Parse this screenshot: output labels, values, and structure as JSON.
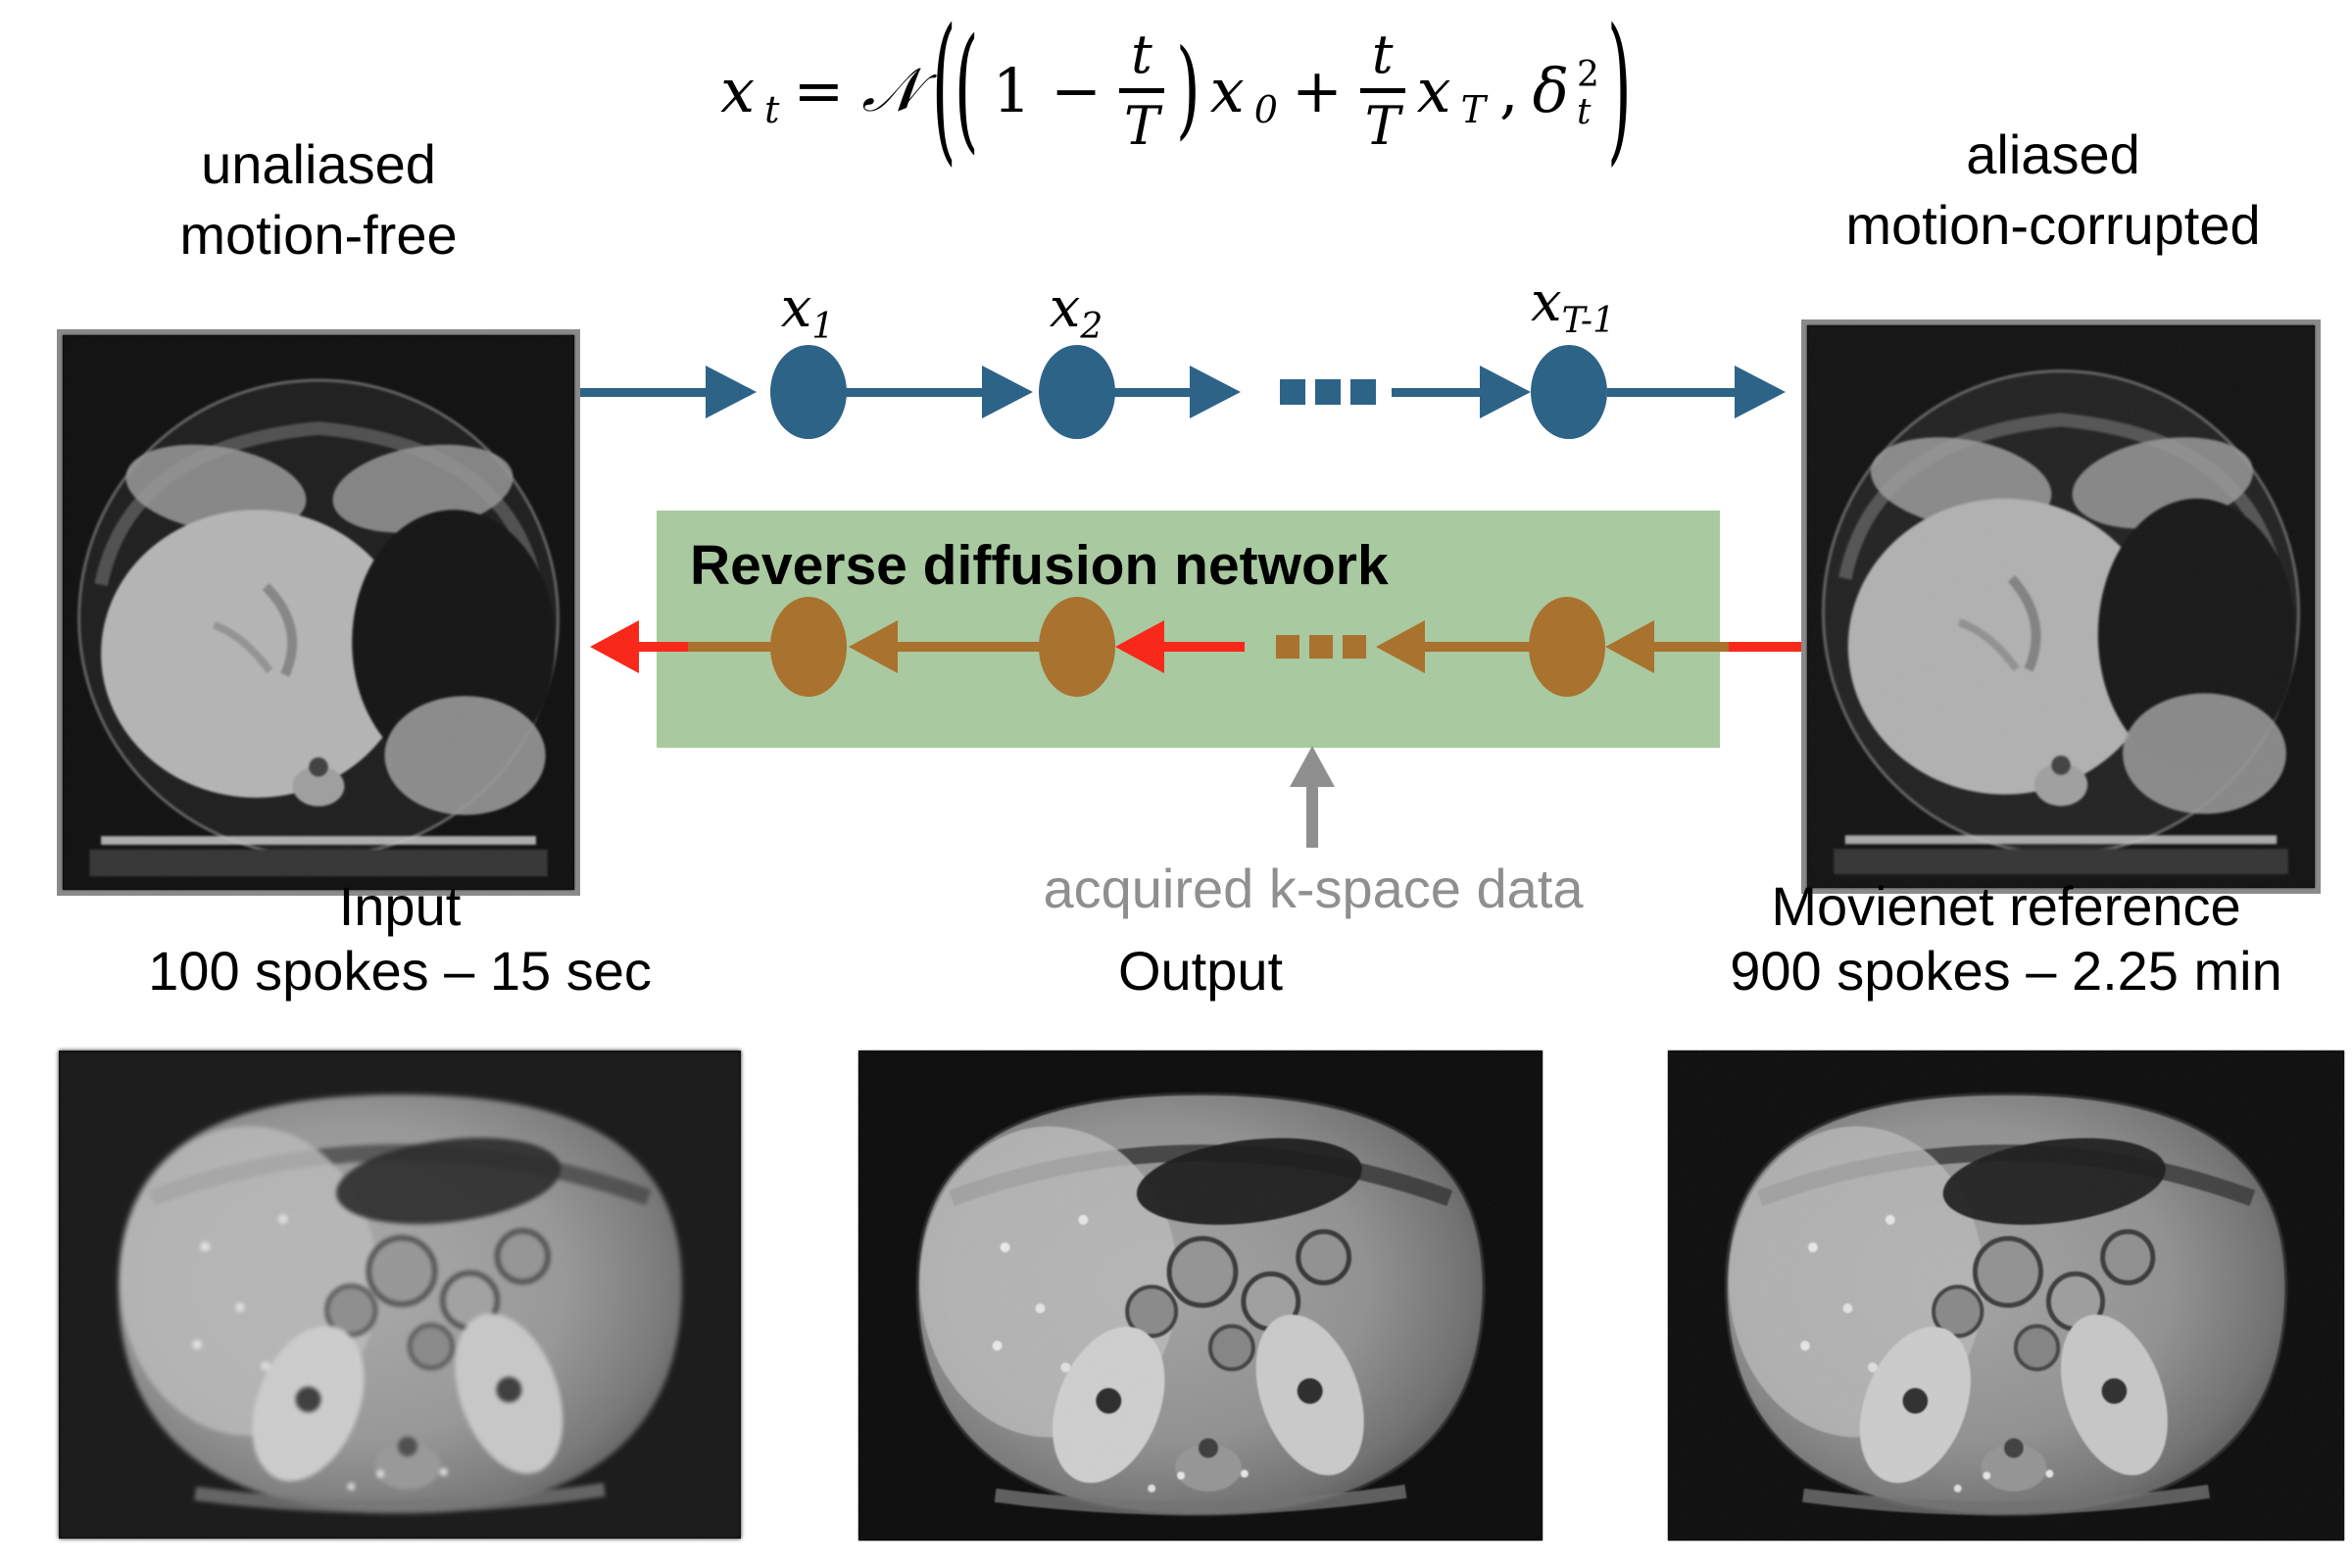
{
  "colors": {
    "chain-blue": "#2e6388",
    "node-brown": "#a9722e",
    "box-green": "#a9c9a0",
    "arrow-red": "#f8291b",
    "annotation-gray": "#8f8f8f",
    "image-border-gray": "#8a8a8a",
    "text-black": "#000000"
  },
  "equation": {
    "lhs": {
      "base": "x",
      "sub": "t"
    },
    "equals": "=",
    "script_n": "𝒩",
    "paren_outer_open": "(",
    "paren_inner_open": "(",
    "one": "1",
    "minus": "−",
    "frac1": {
      "num": "t",
      "den": "T"
    },
    "paren_inner_close": ")",
    "x0": {
      "base": "x",
      "sub": "0"
    },
    "plus": "+",
    "frac2": {
      "num": "t",
      "den": "T"
    },
    "xT": {
      "base": "x",
      "sub": "T"
    },
    "comma": ",",
    "delta": {
      "base": "δ",
      "sup": "2",
      "sub": "t"
    },
    "paren_outer_close": ")"
  },
  "top_row": {
    "left_image_label": {
      "line1": "unaliased",
      "line2": "motion-free"
    },
    "right_image_label": {
      "line1": "aliased",
      "line2": "motion-corrupted"
    },
    "forward_node_labels": [
      {
        "base": "x",
        "sub": "1"
      },
      {
        "base": "x",
        "sub": "2"
      },
      {
        "base": "x",
        "sub": "T-1"
      }
    ],
    "forward_ellipsis": "···"
  },
  "reverse_box": {
    "title": "Reverse diffusion network",
    "ellipsis": "···"
  },
  "annotation": {
    "kspace_label": "acquired k-space data"
  },
  "bottom_row": {
    "columns": [
      {
        "title": "Input",
        "subtitle": "100 spokes – 15 sec"
      },
      {
        "title": "Output",
        "subtitle": ""
      },
      {
        "title": "Movienet reference",
        "subtitle": "900 spokes – 2.25 min"
      }
    ]
  }
}
